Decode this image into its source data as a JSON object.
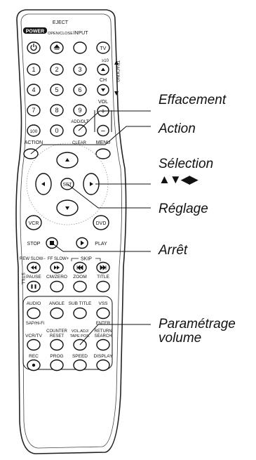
{
  "callouts": {
    "effacement": "Effacement",
    "action": "Action",
    "selection": "Sélection",
    "selection_arrows": "▲▼◀▶",
    "reglage": "Réglage",
    "arret": "Arrêt",
    "parametrage_1": "Paramétrage",
    "parametrage_2": "volume"
  },
  "remote": {
    "power": "POWER",
    "eject_1": "EJECT",
    "eject_2": "OPEN/CLOSE",
    "input": "INPUT",
    "tv": "TV",
    "ge10": "≥10",
    "ch": "CH",
    "tracking": "TRACKING",
    "digits": [
      "1",
      "2",
      "3",
      "4",
      "5",
      "6",
      "7",
      "8",
      "9",
      "100",
      "0"
    ],
    "add_dlt": "ADD/DLT",
    "clear": "CLEAR",
    "vol": "VOL",
    "plus": "+",
    "minus": "−",
    "action": "ACTION",
    "menu": "MENU",
    "set": "SET",
    "vcr": "VCR",
    "dvd": "DVD",
    "stop": "STOP",
    "play": "PLAY",
    "rew_slow": "REW SLOW−",
    "ff_slow": "FF SLOW+",
    "skip": "SKIP",
    "still": "STILL",
    "pause": "PAUSE",
    "cm_zero": "CM/ZERO",
    "zoom": "ZOOM",
    "title": "TITLE",
    "audio": "AUDIO",
    "angle": "ANGLE",
    "subtitle": "SUB TITLE",
    "vss": "VSS",
    "sap_hifi": "SAP/Hi-Fi",
    "enter": "ENTER",
    "vcr_tv": "VCR/TV",
    "counter_1": "COUNTER",
    "counter_2": "RESET",
    "voladj_1": "VOL.ADJ/",
    "voladj_2": "TAPE POS.",
    "return_1": "RETURN",
    "return_2": "SEARCH",
    "rec": "REC",
    "prog": "PROG",
    "speed": "SPEED",
    "display": "DISPLAY"
  }
}
